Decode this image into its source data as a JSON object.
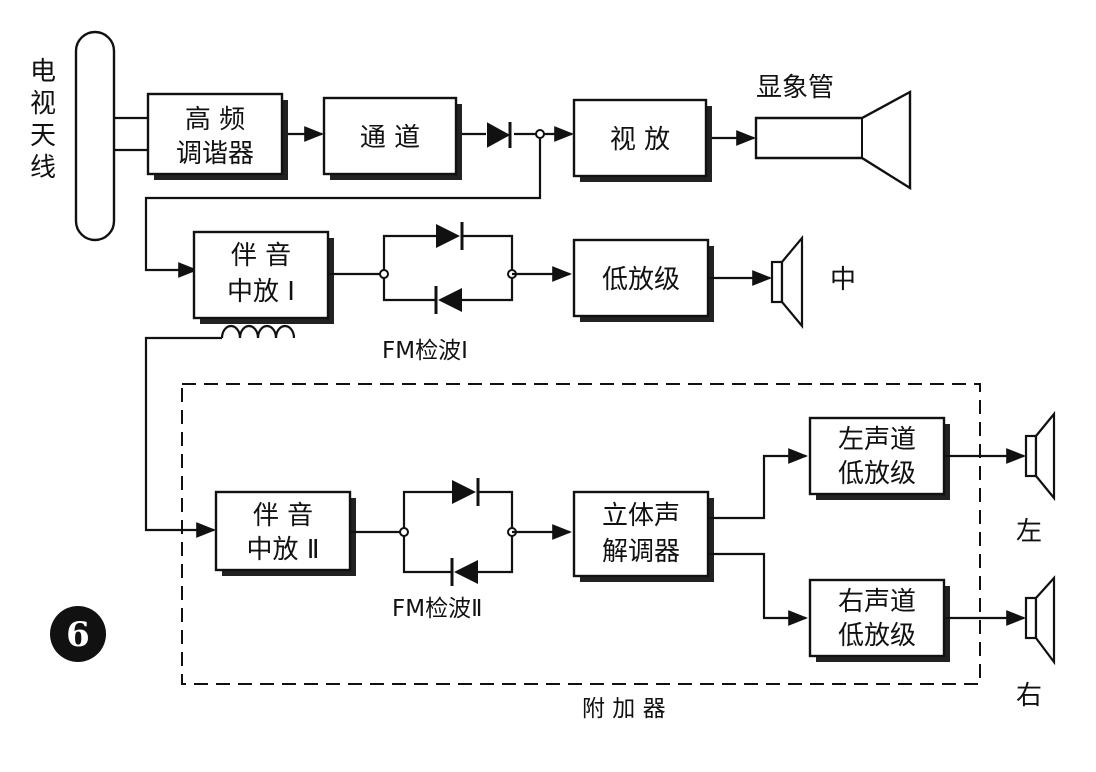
{
  "antenna": {
    "label": [
      "电",
      "视",
      "天",
      "线"
    ]
  },
  "blocks": {
    "hf_tuner": [
      "高 频",
      "调谐器"
    ],
    "channel": [
      "通 道"
    ],
    "video_amp": [
      "视 放"
    ],
    "if_amp_1": [
      "伴   音",
      "中放 Ⅰ"
    ],
    "lf_amp_center": [
      "低放级"
    ],
    "if_amp_2": [
      "伴     音",
      "中放 Ⅱ"
    ],
    "stereo_decoder": [
      "立体声",
      "解调器"
    ],
    "left_amp": [
      "左声道",
      "低放级"
    ],
    "right_amp": [
      "右声道",
      "低放级"
    ]
  },
  "labels": {
    "crt": "显象管",
    "detector_1": "FM检波Ⅰ",
    "detector_2": "FM检波Ⅱ",
    "adapter": "附 加 器",
    "speaker_center": "中",
    "speaker_left": "左",
    "speaker_right": "右",
    "figure_number": "6"
  }
}
